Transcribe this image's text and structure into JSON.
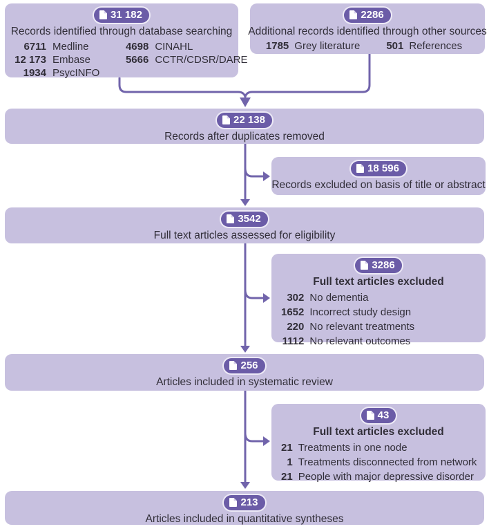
{
  "colors": {
    "box-fill": "#c7c0df",
    "badge-fill": "#6b5ca7",
    "badge-ring": "#edeaf6",
    "badge-text": "#ffffff",
    "icon-fold": "#d6d0ea",
    "line": "#7164ab",
    "text": "#312e38"
  },
  "flow": {
    "database": {
      "badge": "31 182",
      "title": "Records identified through database searching",
      "sources": [
        {
          "value": "6711",
          "label": "Medline"
        },
        {
          "value": "4698",
          "label": "CINAHL"
        },
        {
          "value": "12 173",
          "label": "Embase"
        },
        {
          "value": "5666",
          "label": "CCTR/CDSR/DARE"
        },
        {
          "value": "1934",
          "label": "PsycINFO"
        }
      ]
    },
    "other_sources": {
      "badge": "2286",
      "title": "Additional records identified through other sources",
      "sources": [
        {
          "value": "1785",
          "label": "Grey literature"
        },
        {
          "value": "501",
          "label": "References"
        }
      ]
    },
    "duplicates_removed": {
      "badge": "22 138",
      "title": "Records after duplicates removed"
    },
    "excluded_title_abstract": {
      "badge": "18 596",
      "title": "Records excluded on basis of title or abstract"
    },
    "full_text_assessed": {
      "badge": "3542",
      "title": "Full text articles assessed for eligibility"
    },
    "full_text_excluded": {
      "badge": "3286",
      "title": "Full text articles excluded",
      "reasons": [
        {
          "value": "302",
          "label": "No dementia"
        },
        {
          "value": "1652",
          "label": "Incorrect study design"
        },
        {
          "value": "220",
          "label": "No relevant treatments"
        },
        {
          "value": "1112",
          "label": "No relevant outcomes"
        }
      ]
    },
    "systematic_review": {
      "badge": "256",
      "title": "Articles included in systematic review"
    },
    "synthesis_excluded": {
      "badge": "43",
      "title": "Full text articles excluded",
      "reasons": [
        {
          "value": "21",
          "label": "Treatments in one node"
        },
        {
          "value": "1",
          "label": "Treatments disconnected from network"
        },
        {
          "value": "21",
          "label": "People with major depressive disorder"
        }
      ]
    },
    "quantitative_syntheses": {
      "badge": "213",
      "title": "Articles included in quantitative syntheses"
    }
  }
}
